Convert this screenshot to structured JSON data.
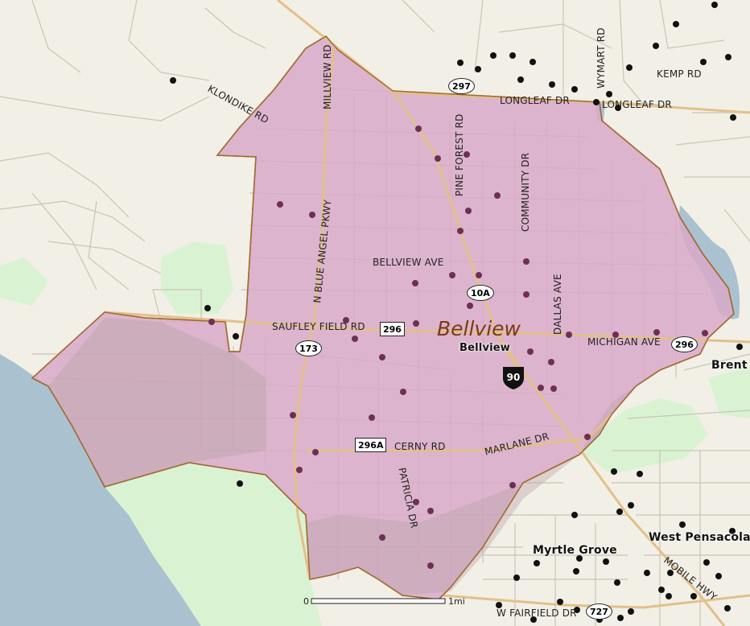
{
  "map": {
    "area_name": "Bellview",
    "places": {
      "bellview": "Bellview",
      "brent": "Brent",
      "myrtle_grove": "Myrtle Grove",
      "west_pensacola": "West Pensacola"
    },
    "roads": {
      "klondike": "KLONDIKE RD",
      "millview": "MILLVIEW RD",
      "wymart": "WYMART RD",
      "kemp": "KEMP RD",
      "longleaf_1": "LONGLEAF DR",
      "longleaf_2": "LONGLEAF DR",
      "pine_forest": "PINE FOREST RD",
      "community": "COMMUNITY DR",
      "blue_angel": "N BLUE ANGEL PKWY",
      "bellview_ave": "BELLVIEW AVE",
      "dallas": "DALLAS AVE",
      "saufley": "SAUFLEY FIELD RD",
      "michigan": "MICHIGAN AVE",
      "cerny": "CERNY RD",
      "marlane": "MARLANE DR",
      "patricia": "PATRICIA DR",
      "mobile_hwy": "MOBILE HWY",
      "fairfield": "W FAIRFIELD DR"
    },
    "shields": {
      "s297": "297",
      "s10a": "10A",
      "s173": "173",
      "s296_box": "296",
      "s296_oval": "296",
      "s90": "90",
      "s296a": "296A",
      "s727": "727"
    },
    "scale": {
      "start": "0",
      "end": "1mi"
    },
    "colors": {
      "land": "#f2efe6",
      "water": "#aac1d0",
      "park": "#d9f3d2",
      "highlight": "#d9a9c8",
      "highlight_border": "#a06a30",
      "road": "#c9c4b6",
      "major_road": "#e7c79b",
      "marker": "#111111",
      "marker_in": "#6e2f55"
    }
  }
}
